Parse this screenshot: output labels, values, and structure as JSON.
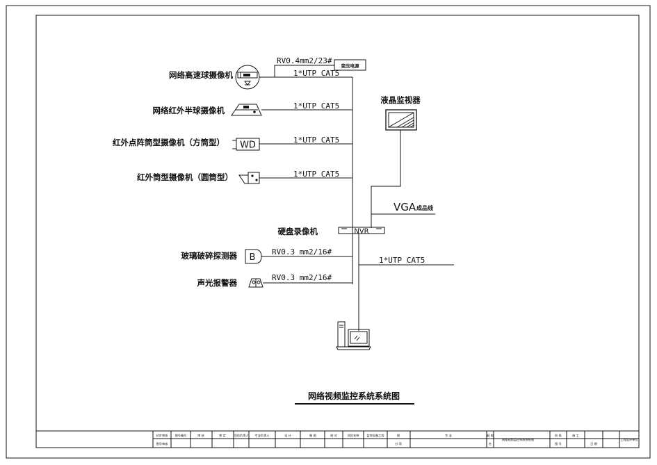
{
  "title": "网络视频监控系统系统图",
  "devices": [
    {
      "label": "网络高速球摄像机",
      "cable": "1*UTP CAT5"
    },
    {
      "label": "网络红外半球摄像机",
      "cable": "1*UTP CAT5"
    },
    {
      "label": "红外点阵筒型摄像机（方筒型）",
      "cable": "1*UTP CAT5"
    },
    {
      "label": "红外筒型摄像机（圆筒型）",
      "cable": "1*UTP CAT5"
    }
  ],
  "wd_mark": "WD",
  "b_mark": "B",
  "power": {
    "cable": "RV0.4mm2/23#",
    "label": "变压电源"
  },
  "monitor": {
    "label": "液晶监视器"
  },
  "vga": {
    "label": "VGA",
    "note": "成品线"
  },
  "nvr": {
    "label": "硬盘录像机",
    "text": "NVR"
  },
  "sensors": [
    {
      "label": "玻璃破碎探测器",
      "cable": "RV0.3 mm2/16#"
    },
    {
      "label": "声光报警器",
      "cable": "RV0.3 mm2/16#"
    }
  ],
  "uplink": {
    "cable": "1*UTP CAT5"
  },
  "title_block": {
    "row1": [
      "初步审核",
      "图号编号",
      "审 核",
      "审 定",
      "项目负责人",
      "专业负责人",
      "设 计",
      "制 图",
      "校 对",
      "项目名称",
      "监控设备工程",
      "图",
      "专 业",
      "弱 电",
      "阶 段",
      "施 工"
    ],
    "row2": [
      "图号审核",
      "分 项",
      "名",
      "图 号",
      "日 期"
    ],
    "drawing_name": "网络视频监控系统系统图",
    "company": "工程设计单位"
  }
}
